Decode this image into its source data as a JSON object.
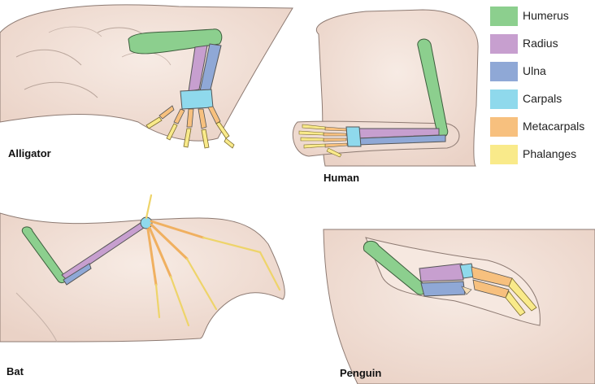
{
  "legend": [
    {
      "label": "Humerus",
      "color": "#8ccf8e"
    },
    {
      "label": "Radius",
      "color": "#c79fcf"
    },
    {
      "label": "Ulna",
      "color": "#8fa8d6"
    },
    {
      "label": "Carpals",
      "color": "#8fd9ec"
    },
    {
      "label": "Metacarpals",
      "color": "#f7c07e"
    },
    {
      "label": "Phalanges",
      "color": "#f9ea8a"
    }
  ],
  "animals": {
    "alligator": "Alligator",
    "human": "Human",
    "bat": "Bat",
    "penguin": "Penguin"
  },
  "colors": {
    "skin": "#f2e1d8",
    "outline": "#555555"
  }
}
